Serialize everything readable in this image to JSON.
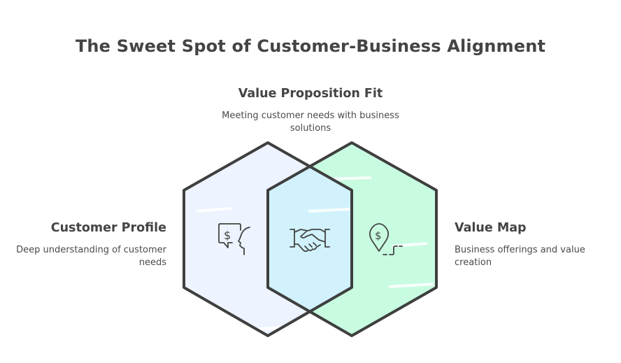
{
  "title": "The Sweet Spot of Customer-Business Alignment",
  "colors": {
    "stroke": "#3f3f3f",
    "text": "#444444",
    "customer_profile_fill": "#edf3ff",
    "overlap_fill": "#d1f2fc",
    "value_map_fill": "#c8fce1"
  },
  "sections": {
    "top": {
      "title": "Value Proposition Fit",
      "description": "Meeting customer needs with business solutions",
      "icon": "handshake-icon"
    },
    "left": {
      "title": "Customer Profile",
      "description": "Deep understanding of customer needs",
      "icon": "customer-speech-dollar-icon"
    },
    "right": {
      "title": "Value Map",
      "description": "Business offerings and value creation",
      "icon": "location-dollar-pin-icon"
    }
  }
}
